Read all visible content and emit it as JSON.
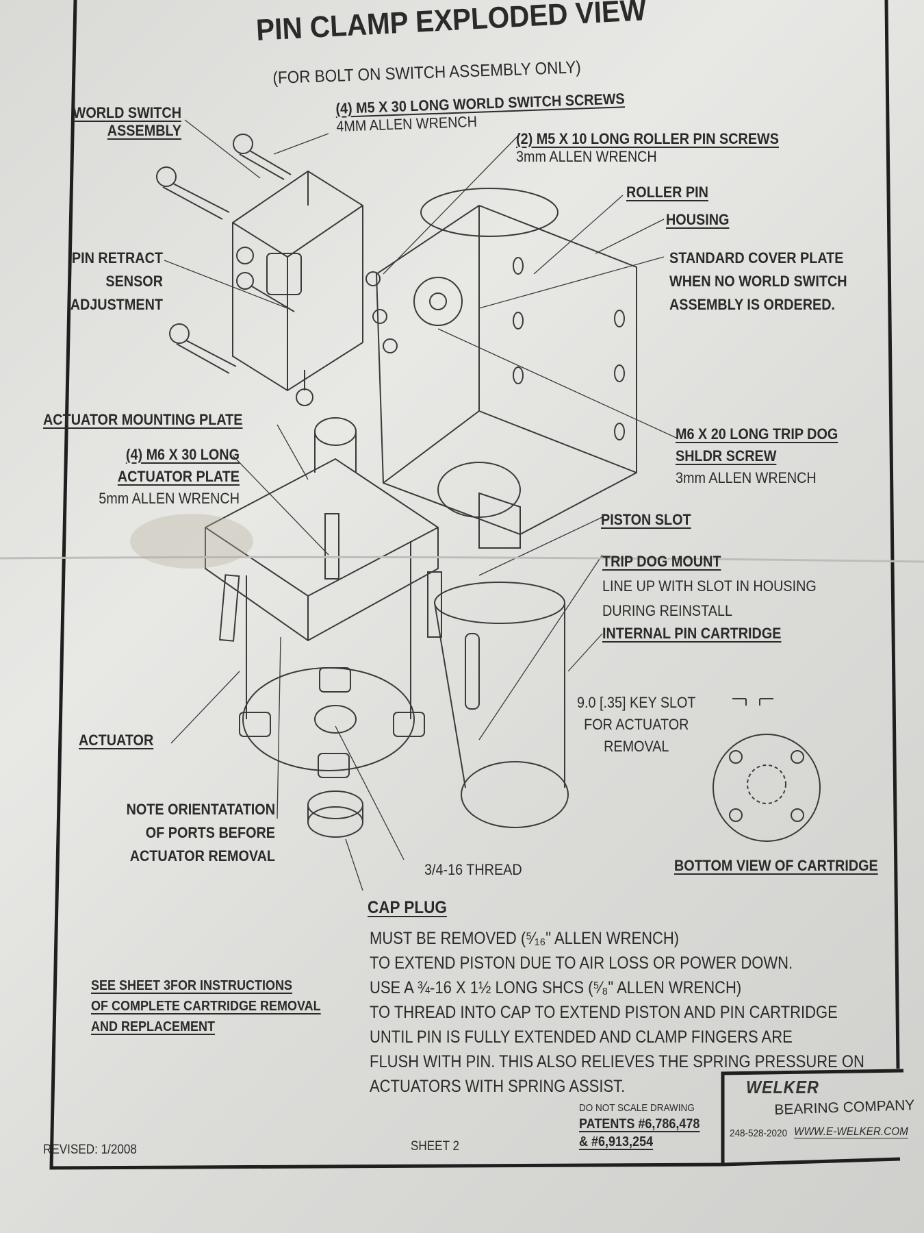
{
  "title": "PIN CLAMP EXPLODED VIEW",
  "subtitle": "(FOR BOLT ON SWITCH ASSEMBLY ONLY)",
  "callouts": {
    "world_switch": [
      "WORLD SWITCH",
      "ASSEMBLY"
    ],
    "switch_screws": [
      "(4) M5 X 30 LONG WORLD SWITCH SCREWS",
      "4MM ALLEN WRENCH"
    ],
    "roller_pin_screws": [
      "(2) M5 X 10 LONG ROLLER PIN SCREWS",
      "3mm ALLEN WRENCH"
    ],
    "roller_pin": "ROLLER PIN",
    "housing": "HOUSING",
    "cover_plate": [
      "STANDARD COVER PLATE",
      "WHEN NO WORLD SWITCH",
      "ASSEMBLY IS ORDERED."
    ],
    "pin_retract": [
      "PIN RETRACT",
      "SENSOR",
      "ADJUSTMENT"
    ],
    "actuator_mounting_plate": "ACTUATOR MOUNTING PLATE",
    "actuator_plate_screws": [
      "(4) M6 X 30 LONG",
      "ACTUATOR PLATE",
      "5mm ALLEN WRENCH"
    ],
    "trip_dog_screw": [
      "M6 X 20 LONG TRIP DOG",
      "SHLDR SCREW",
      "3mm ALLEN WRENCH"
    ],
    "piston_slot": "PISTON SLOT",
    "trip_dog_mount": [
      "TRIP DOG MOUNT",
      "LINE UP WITH SLOT IN HOUSING",
      "DURING REINSTALL"
    ],
    "internal_pin_cartridge": "INTERNAL PIN CARTRIDGE",
    "key_slot": [
      "9.0 [.35] KEY SLOT",
      "FOR ACTUATOR",
      "REMOVAL"
    ],
    "actuator": "ACTUATOR",
    "note_orientation": [
      "NOTE ORIENTATATION",
      "OF PORTS BEFORE",
      "ACTUATOR REMOVAL"
    ],
    "thread": "3/4-16 THREAD",
    "bottom_view": "BOTTOM VIEW OF CARTRIDGE",
    "cap_plug": "CAP PLUG"
  },
  "instructions": [
    "MUST BE REMOVED (⁵⁄₁₆\" ALLEN WRENCH)",
    "TO EXTEND PISTON DUE TO AIR LOSS OR POWER DOWN.",
    "USE A ¾-16 X 1½ LONG SHCS (⁵⁄₈\" ALLEN WRENCH)",
    "TO THREAD INTO CAP TO EXTEND PISTON AND PIN CARTRIDGE",
    "UNTIL PIN IS FULLY EXTENDED AND CLAMP FINGERS ARE",
    "FLUSH WITH PIN. THIS ALSO RELIEVES THE SPRING PRESSURE ON",
    "ACTUATORS WITH SPRING ASSIST."
  ],
  "see_sheet": [
    "SEE SHEET 3FOR INSTRUCTIONS",
    "OF COMPLETE CARTRIDGE REMOVAL",
    "AND REPLACEMENT"
  ],
  "title_block": {
    "do_not_scale": "DO NOT SCALE DRAWING",
    "patents": [
      "PATENTS #6,786,478",
      "& #6,913,254"
    ],
    "logo": "WELKER",
    "company": "BEARING COMPANY",
    "phone": "248-528-2020",
    "website": "WWW.E-WELKER.COM",
    "revised": "REVISED: 1/2008",
    "sheet": "SHEET 2"
  }
}
